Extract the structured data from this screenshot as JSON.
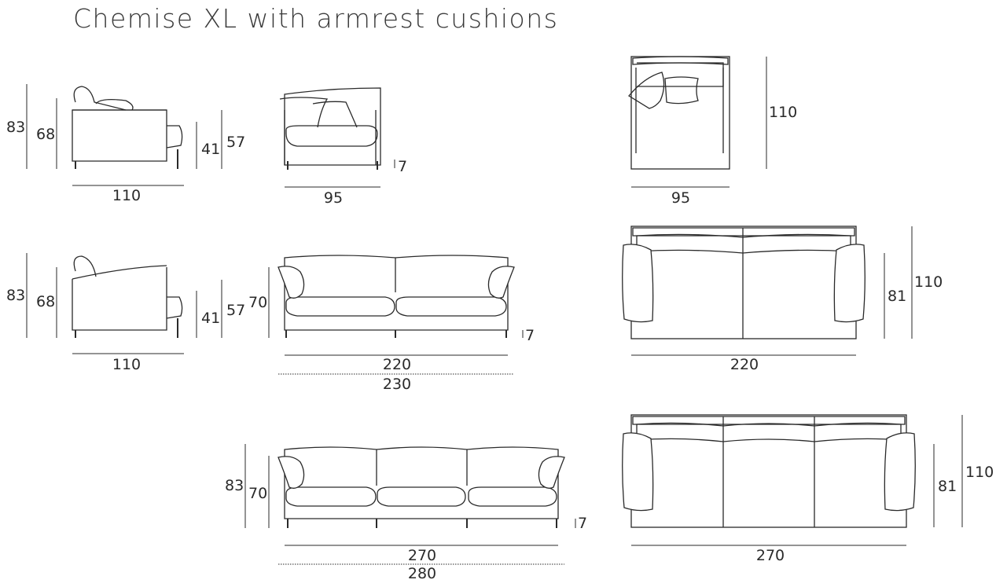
{
  "title": "Chemise XL with armrest cushions",
  "row1": {
    "side": {
      "h_total": "83",
      "h_back": "68",
      "h_arm": "57",
      "h_seat": "41",
      "depth": "110"
    },
    "front": {
      "width": "95",
      "leg": "7"
    },
    "top": {
      "width": "95",
      "depth": "110"
    }
  },
  "row2": {
    "side": {
      "h_total": "83",
      "h_back": "68",
      "h_arm": "57",
      "h_seat": "41",
      "depth": "110"
    },
    "front": {
      "h_back": "70",
      "width": "220",
      "width_with_cushions": "230",
      "leg": "7"
    },
    "top": {
      "width": "220",
      "depth_seat": "81",
      "depth": "110"
    }
  },
  "row3": {
    "front": {
      "h_total": "83",
      "h_back": "70",
      "width": "270",
      "width_with_cushions": "280",
      "leg": "7"
    },
    "top": {
      "width": "270",
      "depth_seat": "81",
      "depth": "110"
    }
  }
}
